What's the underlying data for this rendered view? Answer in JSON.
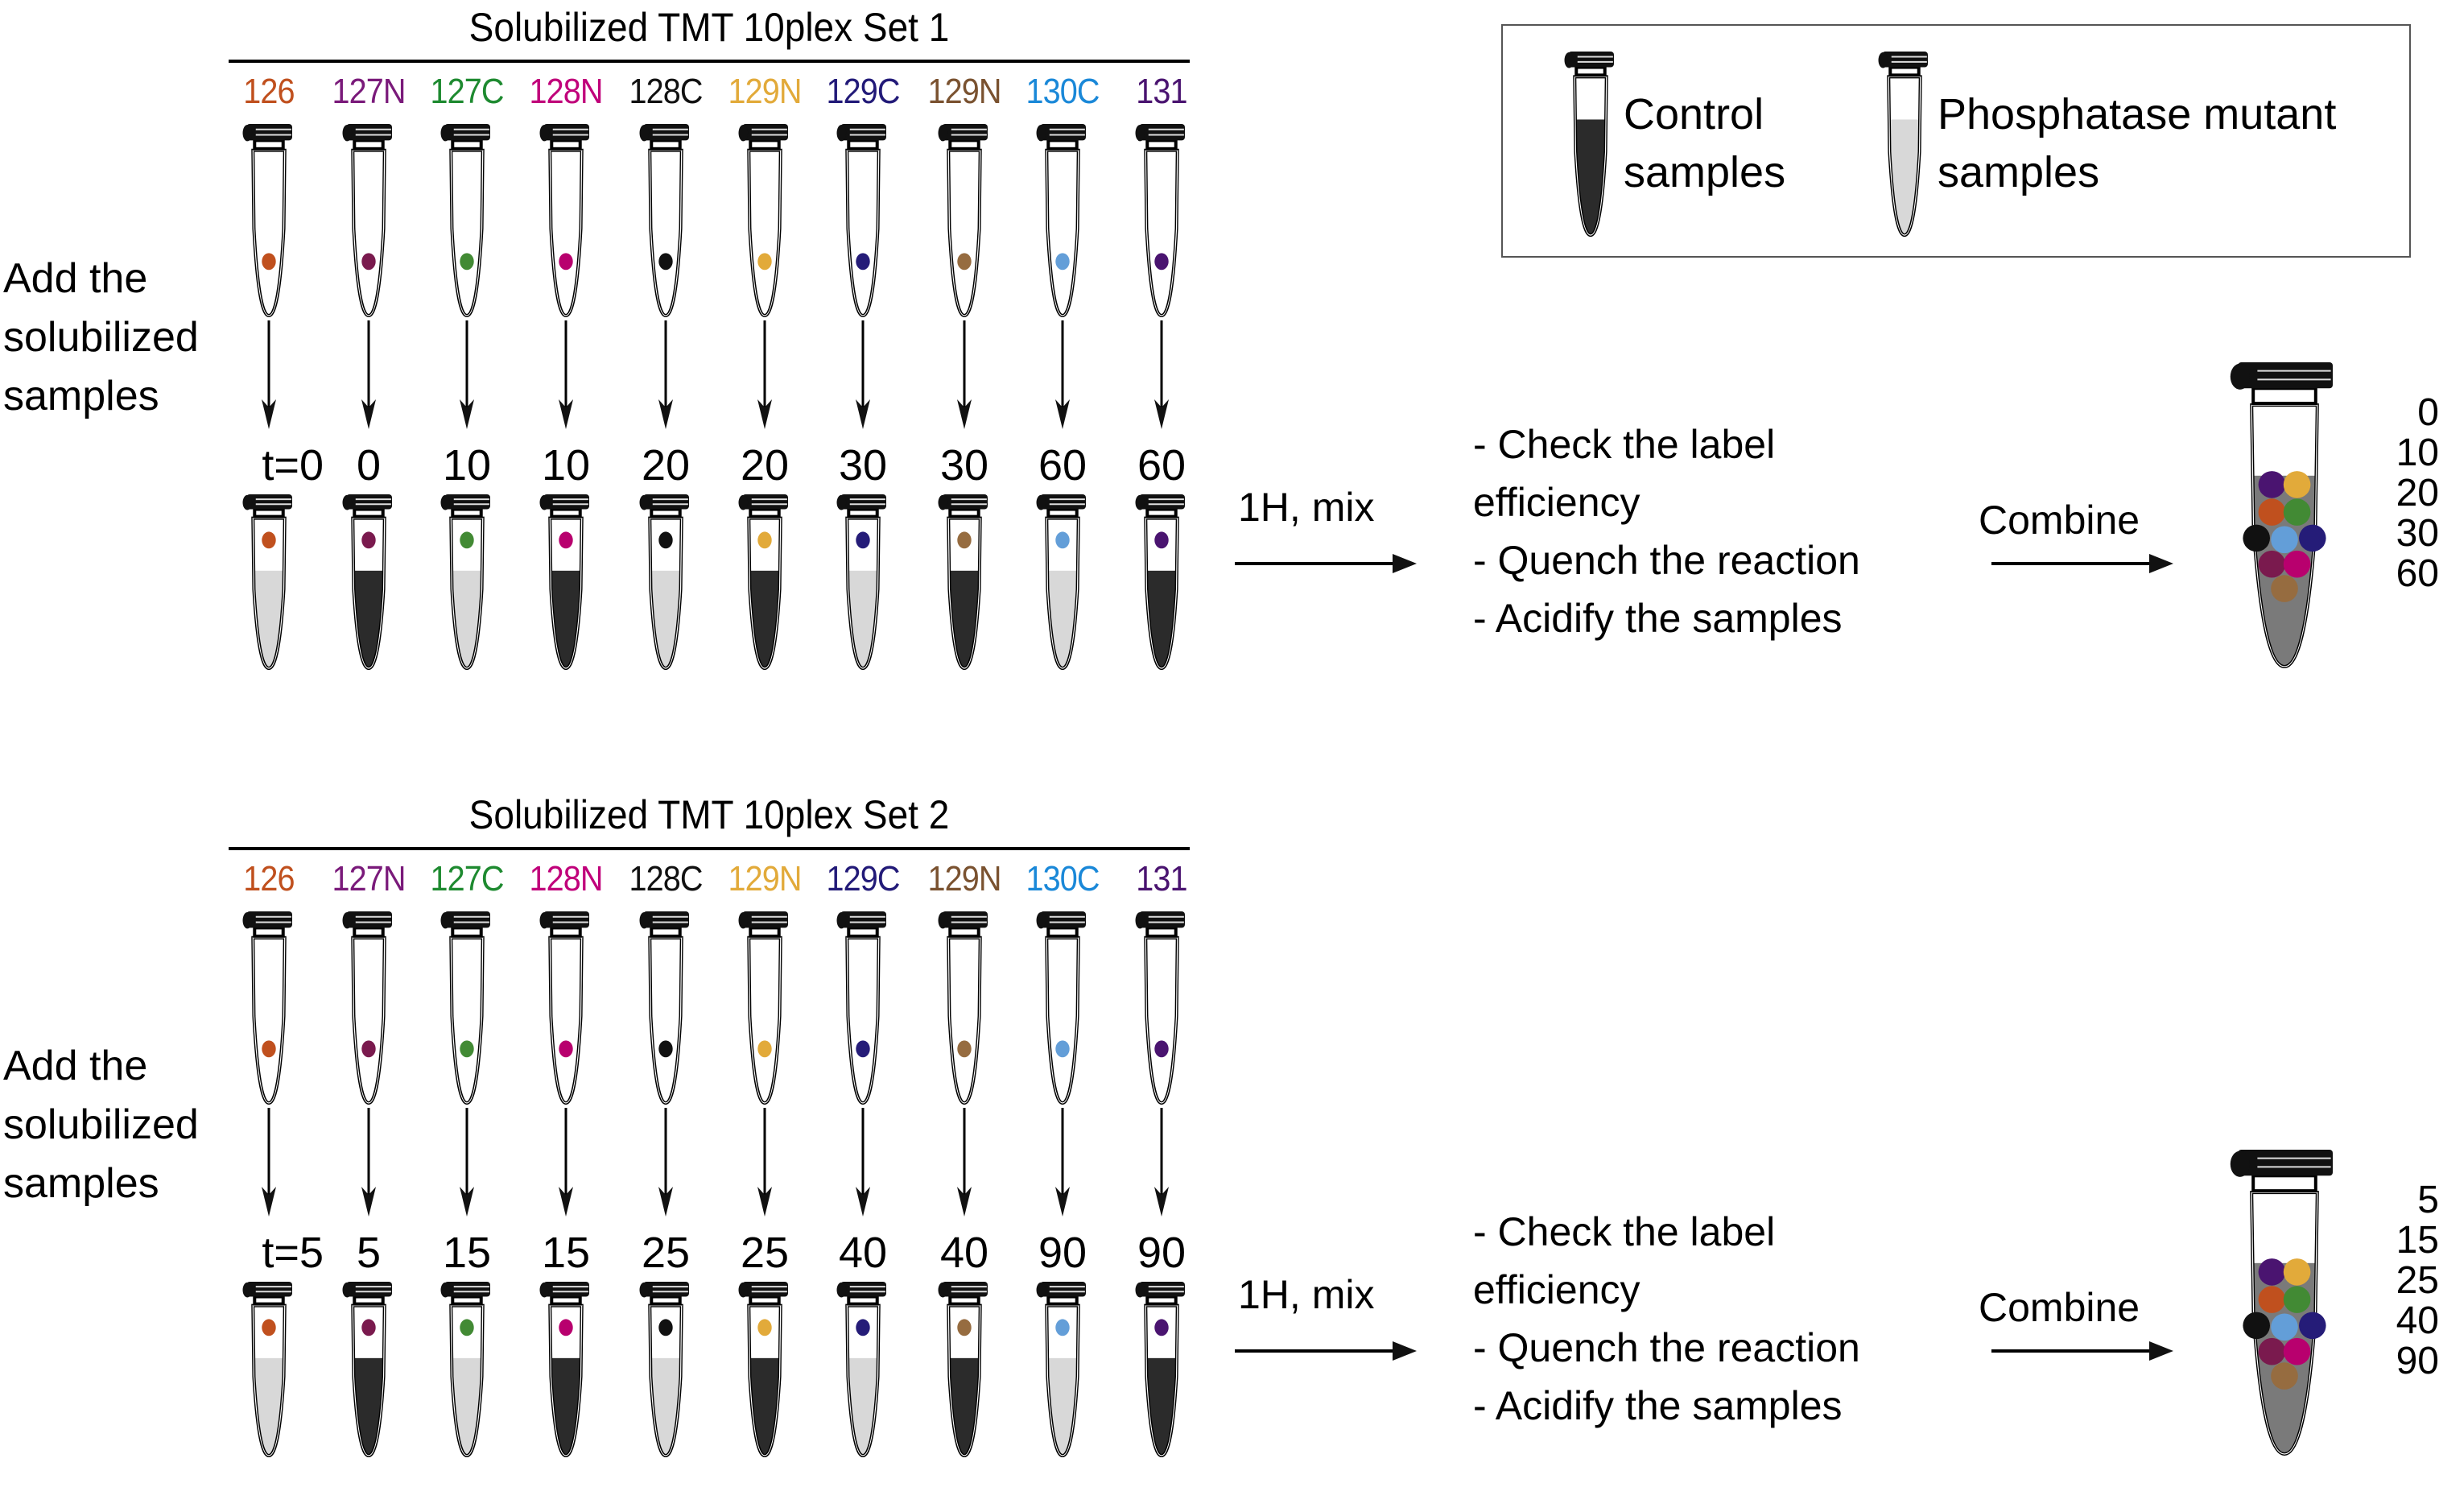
{
  "legend": {
    "items": [
      {
        "label_line1": "Control",
        "label_line2": "samples",
        "fill": "control"
      },
      {
        "label_line1": "Phosphatase mutant",
        "label_line2": "samples",
        "fill": "mutant"
      }
    ]
  },
  "colors": {
    "control_fill": "#2b2b2b",
    "mutant_fill": "#d8d8d8",
    "combined_fill": "#7a7a7a"
  },
  "channels": [
    {
      "label": "126",
      "color": "#c0501e"
    },
    {
      "label": "127N",
      "color": "#7a1a4e"
    },
    {
      "label": "127C",
      "color": "#428a34"
    },
    {
      "label": "128N",
      "color": "#b8006e"
    },
    {
      "label": "128C",
      "color": "#111111"
    },
    {
      "label": "129N",
      "color": "#e2aa3a"
    },
    {
      "label": "129C",
      "color": "#251c78"
    },
    {
      "label": "129N",
      "color": "#966c40"
    },
    {
      "label": "130C",
      "color": "#639ed8"
    },
    {
      "label": "131",
      "color": "#4a1470"
    }
  ],
  "label_colors": [
    "#c0501e",
    "#7a1a7a",
    "#1e8a30",
    "#c0007a",
    "#111111",
    "#e2aa3a",
    "#221a78",
    "#7a5230",
    "#1a88d8",
    "#4a1470"
  ],
  "sets": [
    {
      "title": "Solubilized TMT 10plex Set 1",
      "side_text": [
        "Add the",
        "solubilized",
        "samples"
      ],
      "times": [
        "t=0",
        "0",
        "10",
        "10",
        "20",
        "20",
        "30",
        "30",
        "60",
        "60"
      ],
      "sample_types": [
        "mutant",
        "control",
        "mutant",
        "control",
        "mutant",
        "control",
        "mutant",
        "control",
        "mutant",
        "control"
      ],
      "mix_label": "1H, mix",
      "notes": [
        "- Check the label",
        "efficiency",
        "- Quench the reaction",
        "- Acidify the samples"
      ],
      "combine_label": "Combine",
      "combined_times": [
        "0",
        "10",
        "20",
        "30",
        "60"
      ]
    },
    {
      "title": "Solubilized TMT 10plex Set 2",
      "side_text": [
        "Add the",
        "solubilized",
        "samples"
      ],
      "times": [
        "t=5",
        "5",
        "15",
        "15",
        "25",
        "25",
        "40",
        "40",
        "90",
        "90"
      ],
      "sample_types": [
        "mutant",
        "control",
        "mutant",
        "control",
        "mutant",
        "control",
        "mutant",
        "control",
        "mutant",
        "control"
      ],
      "mix_label": "1H, mix",
      "notes": [
        "- Check the label",
        "efficiency",
        "- Quench the reaction",
        "- Acidify the samples"
      ],
      "combine_label": "Combine",
      "combined_times": [
        "5",
        "15",
        "25",
        "40",
        "90"
      ]
    }
  ]
}
